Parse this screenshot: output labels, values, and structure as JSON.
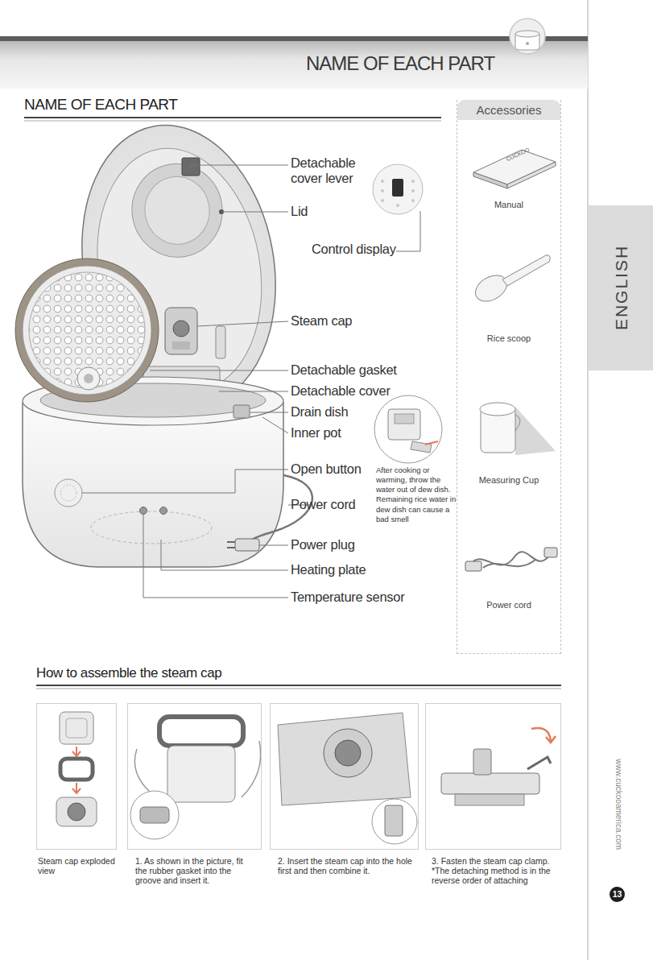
{
  "diagram": {
    "title": "NAME OF EACH PART",
    "nodes": [
      {
        "text": [
          "NAME OF EACH PART"
        ]
      },
      {
        "text": [
          "Accessories"
        ]
      },
      {
        "text": [
          "ENGLISH"
        ]
      },
      {
        "text": [
          "Steam cap exploded view"
        ]
      },
      {
        "text": [
          "1. As shown in the picture, fit the rubber gasket into the groove and insert it."
        ]
      },
      {
        "text": [
          "2. Insert the steam cap into the hole first and then combine it."
        ]
      },
      {
        "text": [
          "3. Fasten the steam cap clamp. *The detaching method is in the reverse order of attaching"
        ]
      },
      {
        "text": [
          "13"
        ]
      }
    ],
    "labels": [
      "Detachable cover lever",
      "Lid",
      "Control display",
      "Steam cap",
      "Detachable gasket",
      "Detachable cover",
      "Drain dish",
      "Inner pot",
      "Open button",
      "Power cord",
      "Power plug",
      "Heating plate",
      "Temperature sensor",
      "After cooking or warming, throw the water out of dew dish. Remaining rice water in dew dish can cause a bad smell",
      "CUCKOO",
      "Manual",
      "Rice scoop",
      "Measuring Cup",
      "Power cord",
      "How to assemble the steam cap",
      "www.cuckooamerica.com"
    ]
  }
}
